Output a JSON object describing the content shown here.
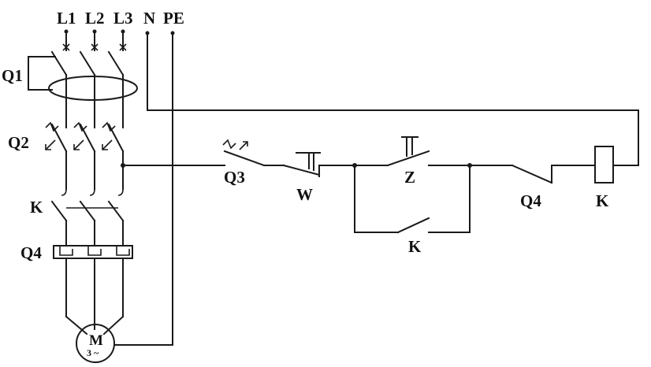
{
  "labels": {
    "l1": "L1",
    "l2": "L2",
    "l3": "L3",
    "n": "N",
    "pe": "PE",
    "q1": "Q1",
    "q2": "Q2",
    "k_main": "K",
    "q4_main": "Q4",
    "q3": "Q3",
    "w": "W",
    "z": "Z",
    "k_hold": "K",
    "q4_ctrl": "Q4",
    "k_coil": "K"
  },
  "motor": {
    "letter": "M",
    "sub": "3 ~"
  }
}
